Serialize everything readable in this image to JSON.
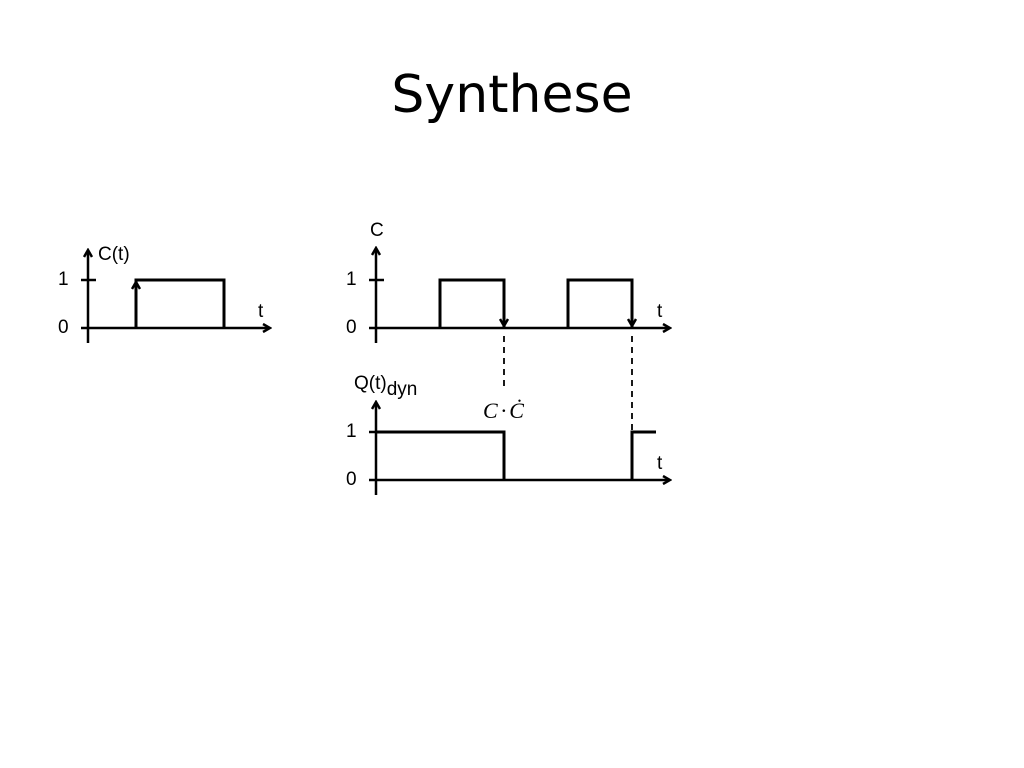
{
  "title": "Synthese",
  "diagram1": {
    "y_label": "C(t)",
    "x_label": "t",
    "tick_1": "1",
    "tick_0": "0"
  },
  "diagram2": {
    "y_label": "C",
    "x_label": "t",
    "tick_1": "1",
    "tick_0": "0"
  },
  "diagram3": {
    "y_label_main": "Q(t)",
    "y_label_sub": "dyn",
    "x_label": "t",
    "tick_1": "1",
    "tick_0": "0",
    "annotation_c": "C",
    "annotation_dot": "·",
    "annotation_cdot": "Ċ"
  }
}
